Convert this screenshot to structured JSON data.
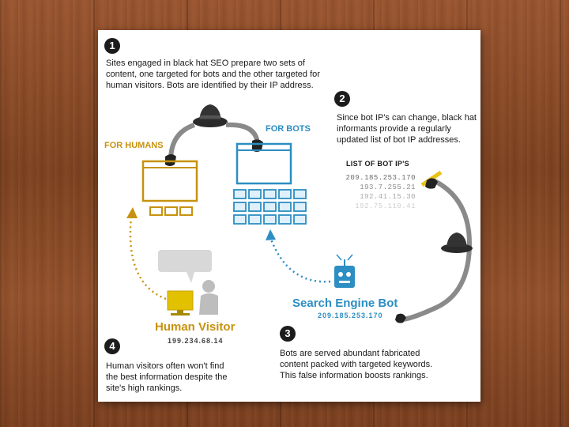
{
  "steps": {
    "s1": {
      "num": "1",
      "text": [
        "Sites engaged in black hat SEO prepare two sets of",
        "content, one targeted for bots and the other targeted for",
        "human visitors. Bots are identified by their IP address."
      ]
    },
    "s2": {
      "num": "2",
      "text": [
        "Since bot IP's can change, black hat",
        "informants provide a regularly",
        "updated list of bot IP addresses."
      ]
    },
    "s3": {
      "num": "3",
      "text": [
        "Bots are served abundant fabricated",
        "content packed with targeted keywords.",
        "This false information boosts rankings."
      ]
    },
    "s4": {
      "num": "4",
      "text": [
        "Human visitors often won't find",
        "the best information despite the",
        "site's high rankings."
      ]
    }
  },
  "labels": {
    "for_humans": "FOR HUMANS",
    "for_bots": "FOR BOTS",
    "list_title": "LIST OF BOT IP'S",
    "ip_list": [
      "209.185.253.170",
      "193.7.255.21",
      "192.41.15.30",
      "192.75.110.41"
    ],
    "search_bot": "Search Engine Bot",
    "search_bot_ip": "209.185.253.170",
    "human_visitor": "Human Visitor",
    "human_visitor_ip": "199.234.68.14",
    "speech": "?!@#"
  },
  "colors": {
    "human": "#c8920e",
    "bot": "#2c8ec2",
    "dark": "#2a2a2a"
  }
}
